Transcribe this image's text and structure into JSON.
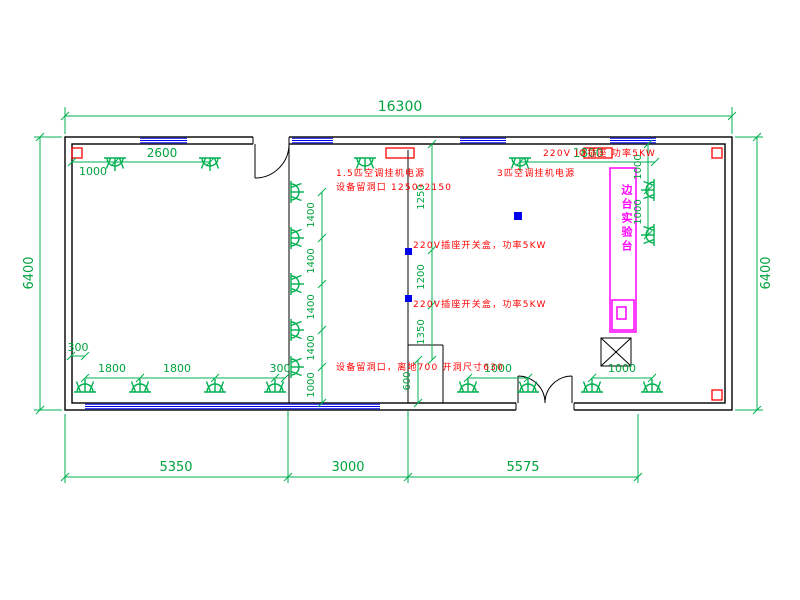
{
  "drawing": {
    "type": "electrical-lighting-floor-plan",
    "dim_overall_top": "16300",
    "dim_left": "6400",
    "dim_right": "6400",
    "dim_bottom": [
      "5350",
      "3000",
      "5575"
    ],
    "dim_top_inner": [
      "1000",
      "2600",
      "1800"
    ],
    "dim_right_inner": [
      "1000",
      "1000"
    ],
    "dim_mid_col": [
      "1400",
      "1400",
      "1400",
      "1400",
      "1000"
    ],
    "dim_shaft": [
      "1250",
      "1200",
      "1350",
      "600"
    ],
    "dim_bottom_inner": [
      "300",
      "1800",
      "1800",
      "300",
      "1000",
      "1000"
    ],
    "annotations": {
      "ac_small": "1.5匹空调挂机电源",
      "opening_top": "设备留洞口 1250*2150",
      "ac_big": "3匹空调挂机电源",
      "outlet_top_right": "220V IO插座 功率5KW",
      "outlet_mid_upper": "220V插座开关盒，功率5KW",
      "outlet_mid_lower": "220V插座开关盒，功率5KW",
      "opening_bottom": "设备留洞口，离地700 开洞尺寸630",
      "bench": "边台实验台"
    },
    "symbols": {
      "lamp_icon": "semicircle-ceiling-lamp-with-rays",
      "window_icon": "triple-blue-lines",
      "crossed_box_icon": "box-with-x-diagonals",
      "outlet_box_icon": "red-rectangle",
      "junction_box_icon": "blue-filled-square"
    },
    "colors": {
      "dimension_green": "#00b050",
      "annotation_red": "#ff0000",
      "bench_magenta": "#ff00ff",
      "window_blue": "#0000ee",
      "wall_black": "#000000"
    }
  }
}
